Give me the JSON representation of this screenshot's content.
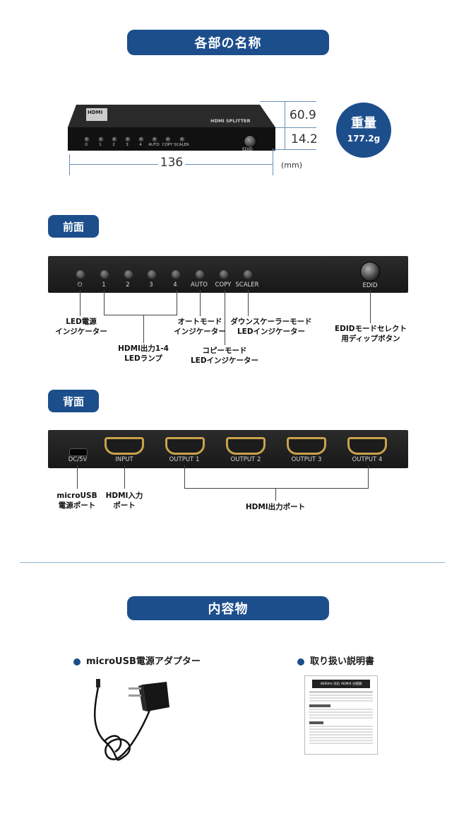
{
  "sections": {
    "names": "各部の名称",
    "front": "前面",
    "rear": "背面",
    "contents": "内容物"
  },
  "device_top": {
    "brand": "HDMI",
    "model": "HDMI SPLITTER",
    "leds": [
      "⏻",
      "1",
      "2",
      "3",
      "4",
      "AUTO",
      "COPY",
      "SCALER"
    ],
    "edid": "EDID"
  },
  "dimensions": {
    "depth": "60.9",
    "height": "14.2",
    "width": "136",
    "unit": "(mm)"
  },
  "weight": {
    "label": "重量",
    "value": "177.2g"
  },
  "front": {
    "leds": [
      "⏻",
      "1",
      "2",
      "3",
      "4",
      "AUTO",
      "COPY",
      "SCALER"
    ],
    "edid": "EDID",
    "callouts": {
      "led_power": "LED電源\nインジケーター",
      "hdmi_out_led": "HDMI出力1-4\nLEDランプ",
      "auto_mode": "オートモード\nインジケーター",
      "copy_mode": "コピーモード\nLEDインジケーター",
      "downscale": "ダウンスケーラーモード\nLEDインジケーター",
      "edid_button": "EDIDモードセレクト\n用ディップボタン"
    }
  },
  "rear": {
    "ports": [
      "DC/5V",
      "INPUT",
      "OUTPUT 1",
      "OUTPUT 2",
      "OUTPUT 3",
      "OUTPUT 4"
    ],
    "callouts": {
      "usb_power": "microUSB\n電源ポート",
      "hdmi_in": "HDMI入力\nポート",
      "hdmi_out": "HDMI出力ポート"
    }
  },
  "contents": {
    "item1": "microUSB電源アダプター",
    "item2": "取り扱い説明書",
    "manual_header": "4K60Hz 対応 HDMI4 分配器"
  }
}
